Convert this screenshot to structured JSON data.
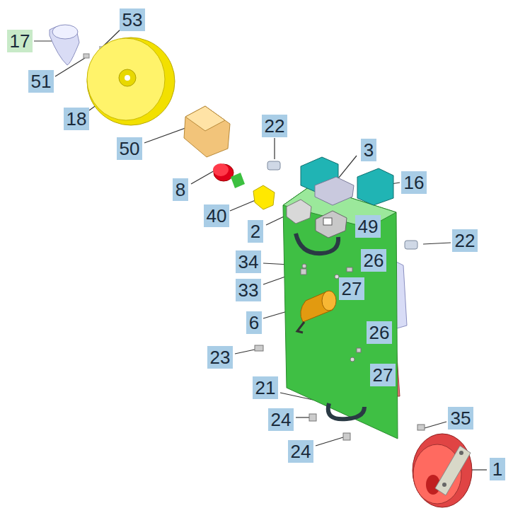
{
  "diagram": {
    "labels": [
      "17",
      "53",
      "51",
      "18",
      "50",
      "22",
      "3",
      "16",
      "8",
      "40",
      "2",
      "49",
      "22",
      "34",
      "26",
      "33",
      "27",
      "6",
      "23",
      "26",
      "27",
      "21",
      "24",
      "35",
      "24",
      "1"
    ]
  }
}
